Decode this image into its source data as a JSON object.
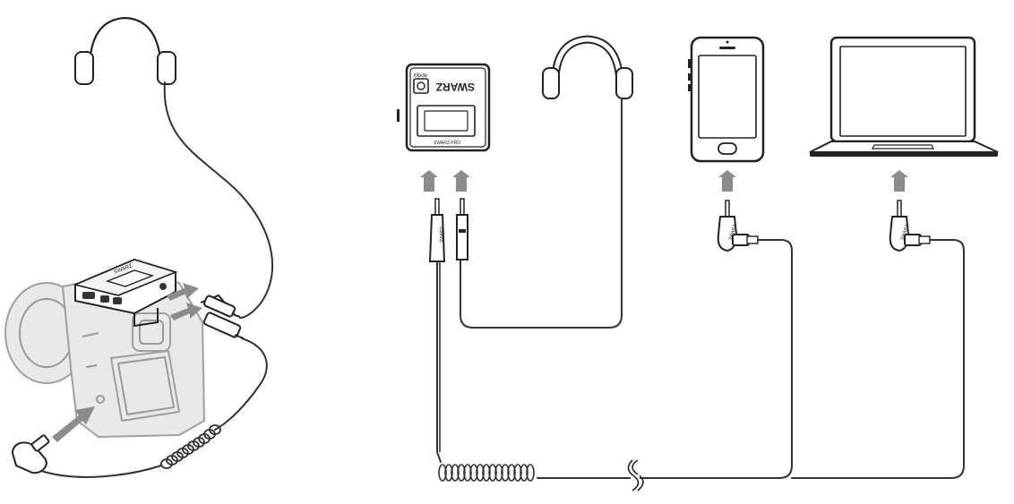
{
  "colors": {
    "line": "#222222",
    "device_grey": "#9a9a9a",
    "arrow": "#8c8c8c",
    "background": "#ffffff"
  },
  "receiver": {
    "brand_label": "SWARZ",
    "mode_label": "Mode",
    "model_label": "SWARZ PRO"
  },
  "left_receiver": {
    "brand_label": "SWARZ"
  },
  "plug_label": "SWARZ",
  "icons": [
    "headphones-icon",
    "camera-icon",
    "smartphone-icon",
    "laptop-icon",
    "receiver-icon",
    "trrs-plug-icon",
    "up-arrow-icon"
  ]
}
